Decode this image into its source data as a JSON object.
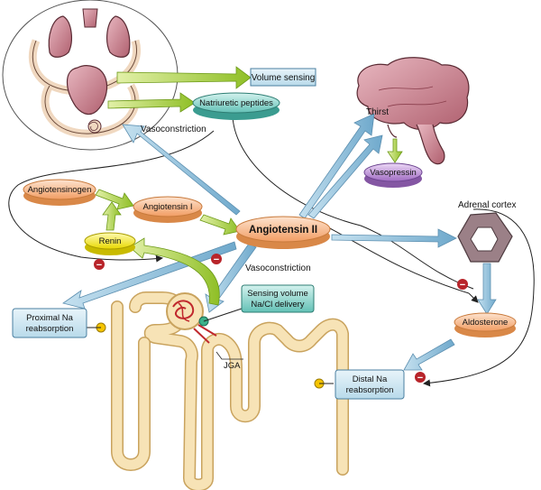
{
  "labels": {
    "volume_sensing": "Volume sensing",
    "natriuretic_peptides": "Natriuretic peptides",
    "vasoconstriction_top": "Vasoconstriction",
    "thirst": "Thirst",
    "vasopressin": "Vasopressin",
    "angiotensinogen": "Angiotensinogen",
    "angiotensin_i": "Angiotensin I",
    "angiotensin_ii": "Angiotensin II",
    "renin": "Renin",
    "adrenal_cortex": "Adrenal cortex",
    "vasoconstriction_mid": "Vasoconstriction",
    "proximal_na_1": "Proximal Na",
    "proximal_na_2": "reabsorption",
    "sensing_1": "Sensing volume",
    "sensing_2": "Na/Cl delivery",
    "jga": "JGA",
    "aldosterone": "Aldosterone",
    "distal_na_1": "Distal Na",
    "distal_na_2": "reabsorption"
  },
  "inhibit_symbol": "−",
  "colors": {
    "blue_arrow": "#8fc1dd",
    "green_arrow": "#a9cf45",
    "orange_pill": "#f6b98a",
    "teal_pill": "#7fd0c6",
    "purple_pill": "#b58ad0",
    "yellow_pill": "#f3ea2a",
    "blue_box": "#cfe6f2",
    "tubule": "#f3d79c",
    "organ_pink": "#c9818f",
    "inhibit_red": "#b8242a"
  }
}
